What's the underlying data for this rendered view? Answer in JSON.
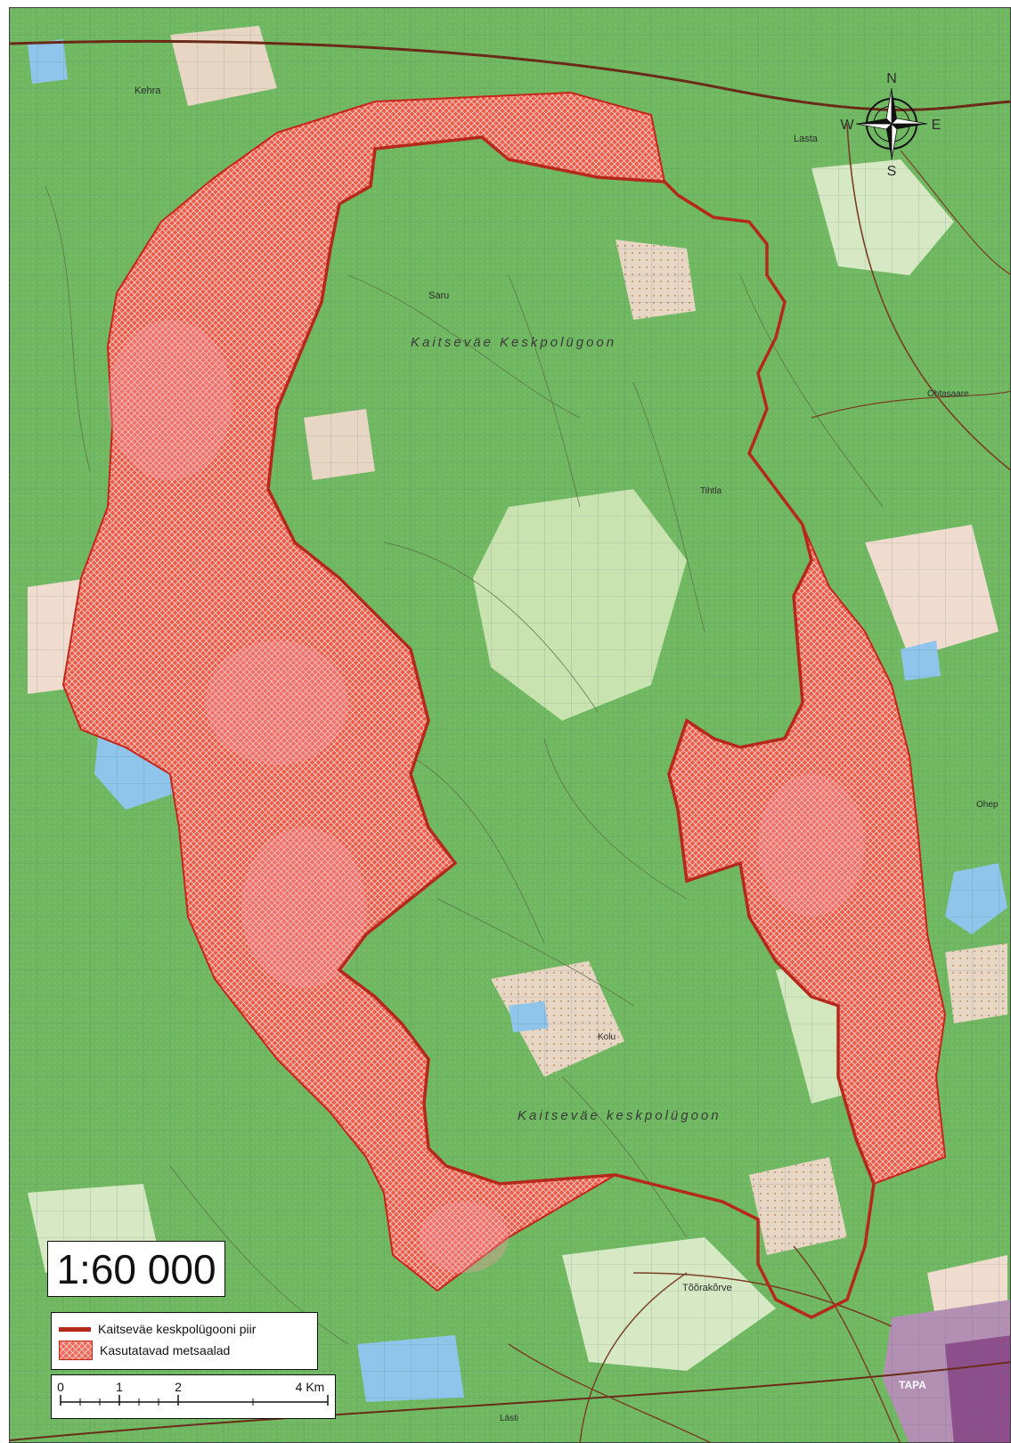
{
  "map": {
    "scale_text": "1:60 000",
    "place_labels": {
      "kehra": "Kehra",
      "lasta": "Lasta",
      "saru": "Saru",
      "hirvsaare": "Ohtasaare",
      "tihtla": "Tihtla",
      "ohepalu": "Ohep",
      "tolasalu": "Tõõrakõrve",
      "tapa": "TAPA",
      "lasti_bottom": "Lästi",
      "kolu": "Kolu"
    },
    "region_label_north": "Kaitseväe Keskpolügoon",
    "region_label_south": "Kaitseväe keskpolügoon",
    "compass": {
      "n": "N",
      "s": "S",
      "e": "E",
      "w": "W"
    },
    "legend": {
      "boundary_label": "Kaitseväe keskpolügooni piir",
      "forest_label": "Kasutatavad metsaalad"
    },
    "scalebar": {
      "ticks": [
        "0",
        "1",
        "2",
        "4 Km"
      ]
    },
    "colors": {
      "forest_green": "#6fb861",
      "light_green": "#b9dca0",
      "open_land": "#f2dccf",
      "water": "#8fc5ea",
      "boundary": "#b5281c",
      "use_area": "#ef5646",
      "grid": "#4f6f77",
      "urban": "#a0679f"
    }
  }
}
